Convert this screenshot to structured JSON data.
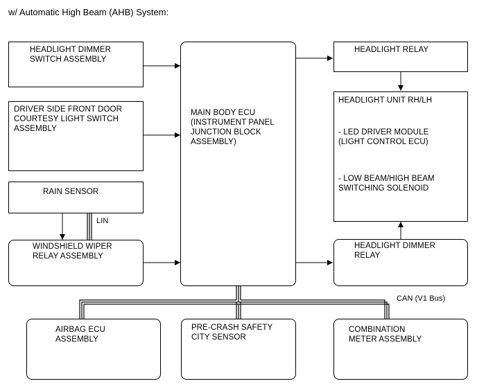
{
  "title": "w/ Automatic High Beam (AHB) System:",
  "blocks": {
    "headlight_dimmer_switch": "HEADLIGHT DIMMER\nSWITCH ASSEMBLY",
    "courtesy_switch": "DRIVER SIDE FRONT DOOR\nCOURTESY LIGHT SWITCH\nASSEMBLY",
    "rain_sensor": "RAIN SENSOR",
    "wiper_relay": "WINDSHIELD WIPER\nRELAY ASSEMBLY",
    "main_body_ecu": "MAIN BODY ECU\n(INSTRUMENT PANEL\nJUNCTION BLOCK\nASSEMBLY)",
    "headlight_relay": "HEADLIGHT RELAY",
    "headlight_unit": {
      "title": "HEADLIGHT UNIT RH/LH",
      "item1": "- LED DRIVER MODULE\n(LIGHT CONTROL ECU)",
      "item2": "- LOW BEAM/HIGH BEAM\nSWITCHING SOLENOID"
    },
    "headlight_dimmer_relay": "HEADLIGHT DIMMER\nRELAY",
    "airbag_ecu": "AIRBAG ECU\nASSEMBLY",
    "pre_crash": "PRE-CRASH SAFETY\nCITY SENSOR",
    "combination_meter": "COMBINATION\nMETER ASSEMBLY"
  },
  "bus_labels": {
    "lin": "LIN",
    "can": "CAN (V1 Bus)"
  }
}
